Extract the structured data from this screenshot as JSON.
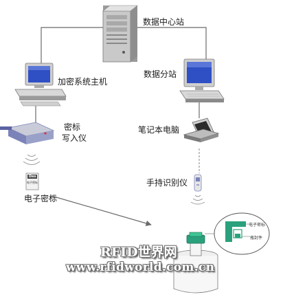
{
  "labels": {
    "data_center": "数据中心站",
    "encrypt_host": "加密系统主机",
    "data_substation": "数据分站",
    "tag_writer_line1": "密标",
    "tag_writer_line2": "写入仪",
    "laptop": "笔记本电脑",
    "e_tag": "电子密标",
    "handheld_reader": "手持识别仪",
    "tag_card_text": "电子密标",
    "tag_card_brand": "Des",
    "inset_label1": "电子密标",
    "inset_label2": "瓶封件"
  },
  "watermark": {
    "line1": "RFID世界网",
    "line2": "www.rfidworld.com.cn"
  },
  "colors": {
    "line": "#6b6b6b",
    "tower": "#b9b9b9",
    "screen": "#2f4fc4",
    "green": "#2aa17c",
    "device": "#7b83b9"
  }
}
